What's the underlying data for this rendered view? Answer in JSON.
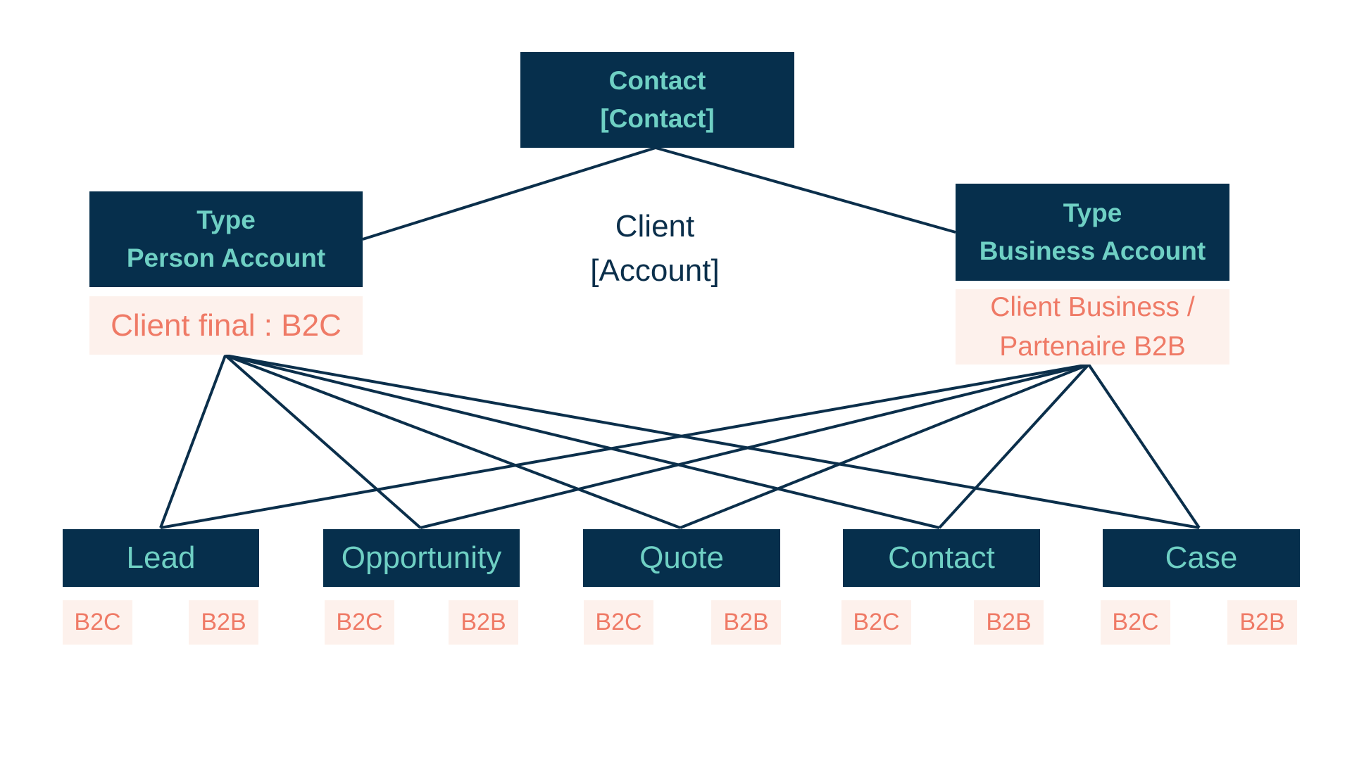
{
  "top_node": {
    "line1": "Contact",
    "line2": "[Contact]"
  },
  "center_label": {
    "line1": "Client",
    "line2": "[Account]"
  },
  "person_account": {
    "line1": "Type",
    "line2": "Person Account",
    "tag": "Client final : B2C"
  },
  "business_account": {
    "line1": "Type",
    "line2": "Business Account",
    "tag_line1": "Client Business /",
    "tag_line2": "Partenaire B2B"
  },
  "objects": [
    {
      "label": "Lead",
      "left_tag": "B2C",
      "right_tag": "B2B"
    },
    {
      "label": "Opportunity",
      "left_tag": "B2C",
      "right_tag": "B2B"
    },
    {
      "label": "Quote",
      "left_tag": "B2C",
      "right_tag": "B2B"
    },
    {
      "label": "Contact",
      "left_tag": "B2C",
      "right_tag": "B2B"
    },
    {
      "label": "Case",
      "left_tag": "B2C",
      "right_tag": "B2B"
    }
  ],
  "colors": {
    "box_fill": "#062f4c",
    "box_text": "#6fd0c4",
    "tag_fill": "#fdf1ec",
    "tag_text": "#ef7a66",
    "line": "#0b2f4b"
  }
}
